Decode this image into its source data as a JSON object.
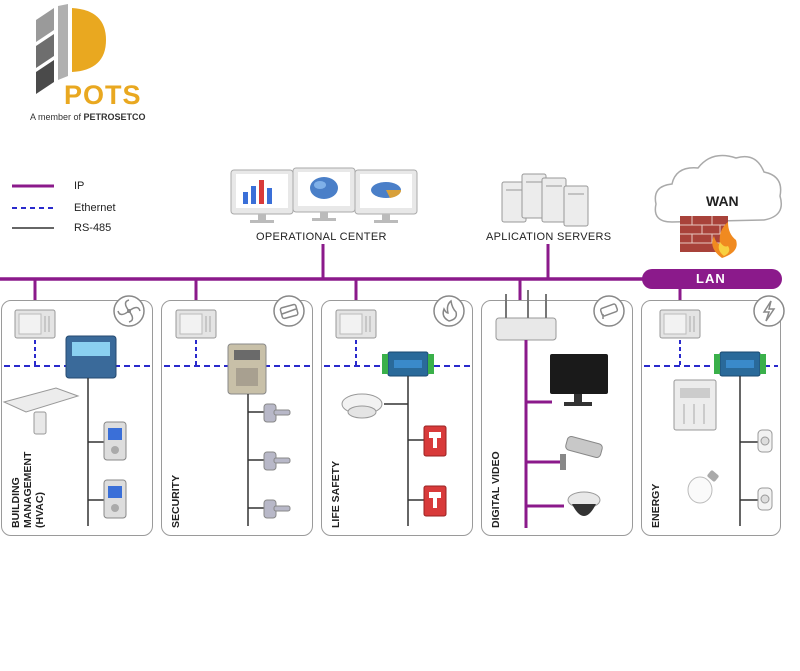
{
  "logo": {
    "brand": "POTS",
    "tagline_prefix": "A member of ",
    "tagline_org": "PETROSETCO"
  },
  "legend": [
    {
      "label": "IP",
      "style": "solid",
      "color": "#8b1a8b"
    },
    {
      "label": "Ethernet",
      "style": "dashed",
      "color": "#2a2acc"
    },
    {
      "label": "RS-485",
      "style": "solid",
      "color": "#333333"
    }
  ],
  "operational_center": "OPERATIONAL CENTER",
  "application_servers": "APLICATION SERVERS",
  "wan": "WAN",
  "lan": "LAN",
  "panels": [
    {
      "label": "BUILDING\nMANAGEMENT\n(HVAC)",
      "icon": "fan-icon"
    },
    {
      "label": "SECURITY",
      "icon": "keycard-icon"
    },
    {
      "label": "LIFE SAFETY",
      "icon": "flame-icon"
    },
    {
      "label": "DIGITAL VIDEO",
      "icon": "cctv-camera-icon"
    },
    {
      "label": "ENERGY",
      "icon": "lightning-icon"
    }
  ],
  "colors": {
    "ip": "#8b1a8b",
    "ethernet": "#2a2acc",
    "rs485": "#333333",
    "brand": "#e9a820"
  }
}
